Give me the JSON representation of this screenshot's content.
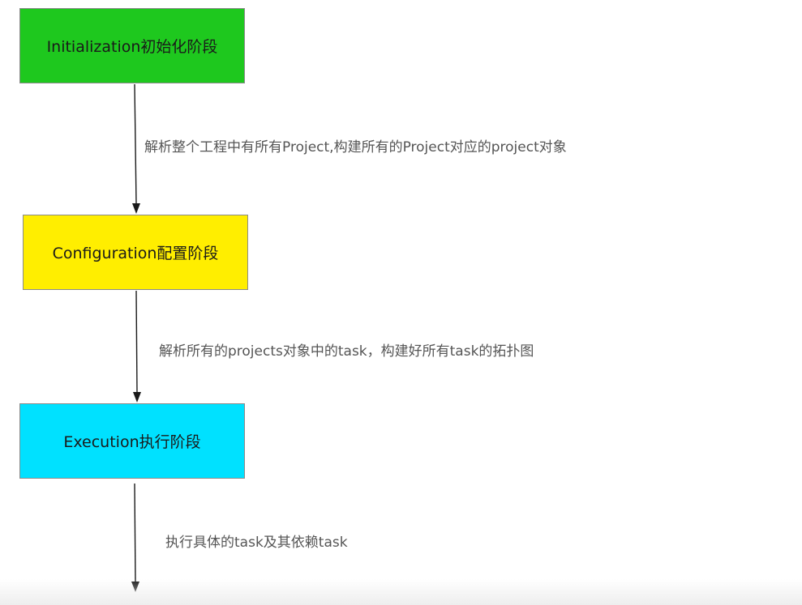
{
  "colors": {
    "initialization": "#1ec81e",
    "configuration": "#ffee00",
    "execution": "#00e1ff",
    "arrow": "#1a1a1a"
  },
  "stages": [
    {
      "label": "Initialization初始化阶段"
    },
    {
      "label": "Configuration配置阶段"
    },
    {
      "label": "Execution执行阶段"
    }
  ],
  "transitions": [
    {
      "label": "解析整个工程中有所有Project,构建所有的Project对应的project对象"
    },
    {
      "label": "解析所有的projects对象中的task，构建好所有task的拓扑图"
    },
    {
      "label": "执行具体的task及其依赖task"
    }
  ]
}
